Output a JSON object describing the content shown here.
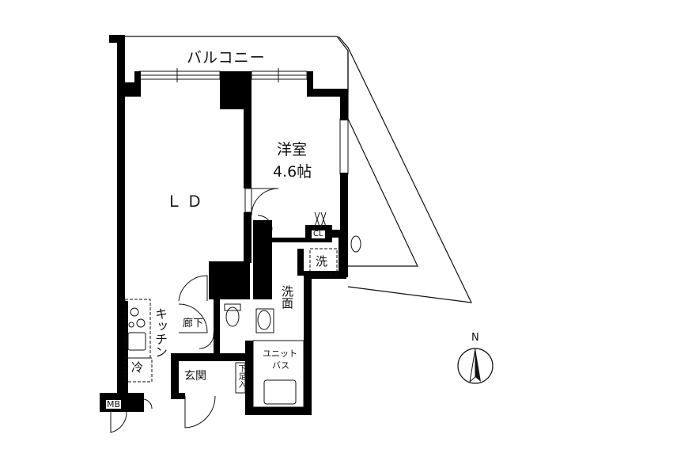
{
  "labels": {
    "balcony": "バルコニー",
    "ld": "ＬＤ",
    "western_room": "洋室",
    "western_room_size": "4.6帖",
    "kitchen": "キッチン",
    "refrigerator": "冷",
    "corridor": "廊下",
    "entrance": "玄関",
    "shoe_storage": "下足入",
    "washroom": "洗面",
    "washer": "洗",
    "closet": "CL",
    "unit_bath_1": "ユニット",
    "unit_bath_2": "バス",
    "meter_box": "MB",
    "north": "N"
  },
  "icons": [
    "compass-icon",
    "door-swing-icon",
    "stove-icon",
    "toilet-icon",
    "bathtub-icon",
    "sink-icon",
    "ac-unit-icon"
  ],
  "colors": {
    "wall": "#000000",
    "line": "#111111",
    "background": "#ffffff"
  }
}
